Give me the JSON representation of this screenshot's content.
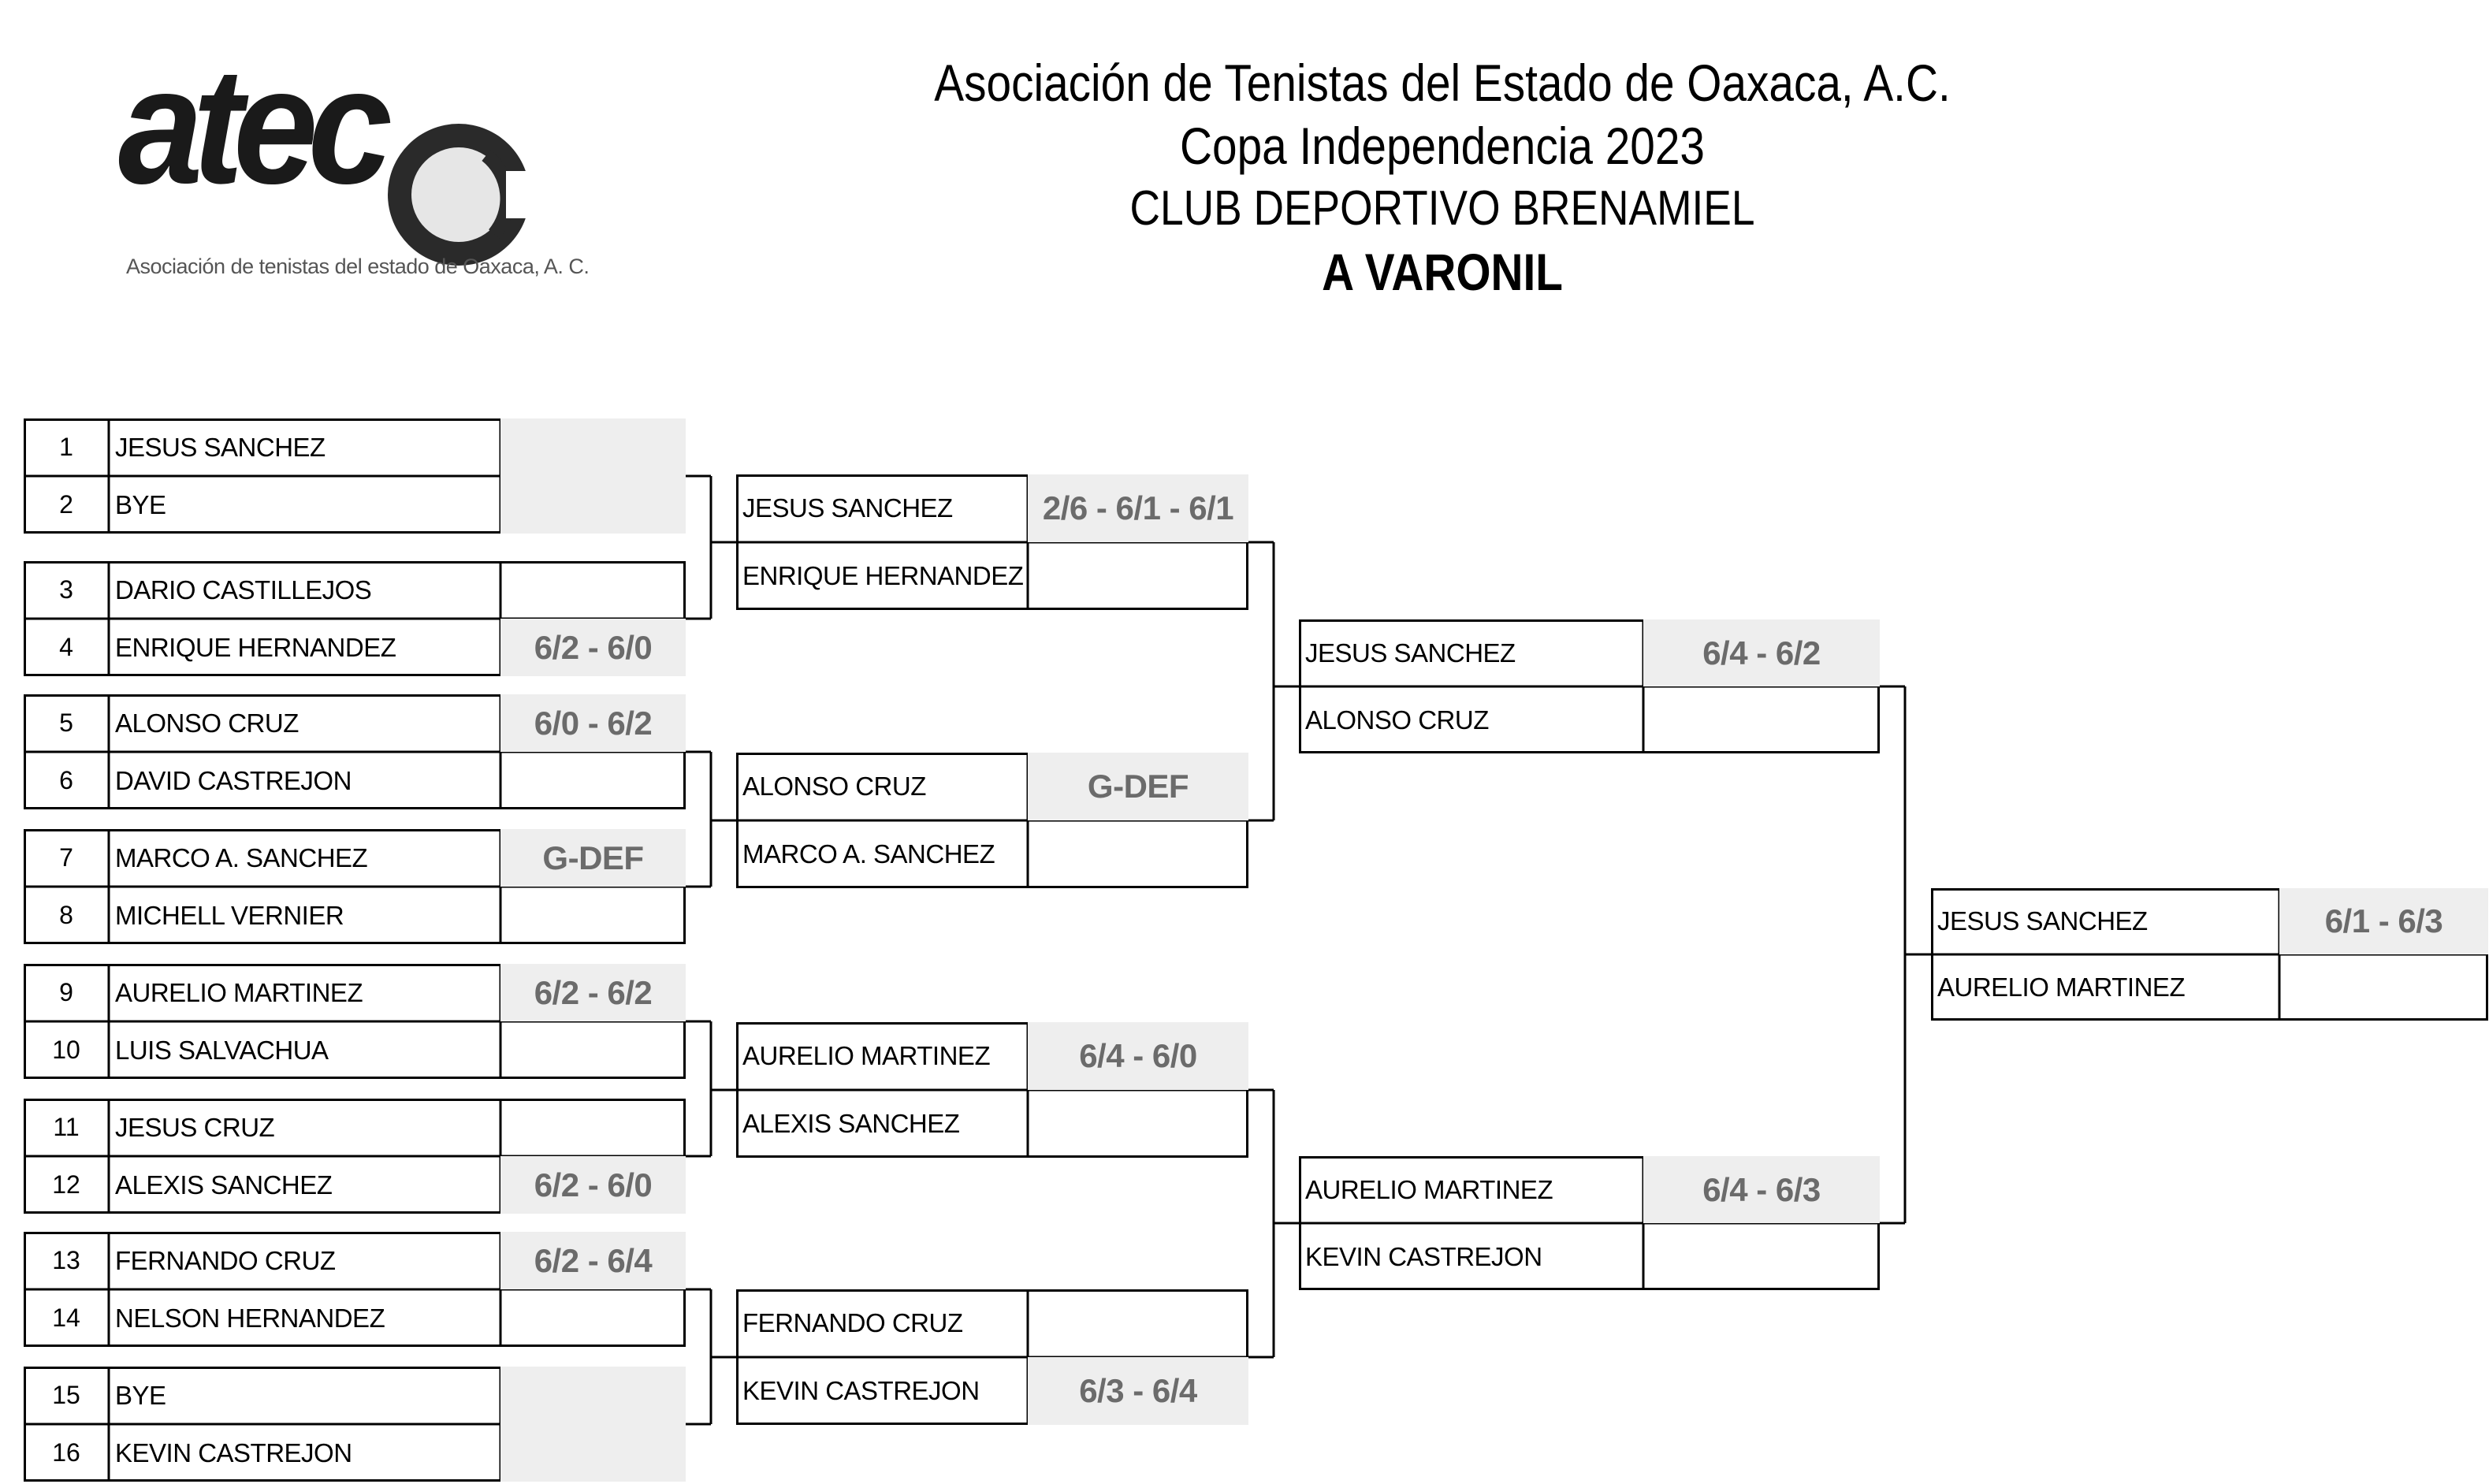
{
  "logo": {
    "wordmark": "atec",
    "subtitle": "Asociación de tenistas del estado de Oaxaca, A. C."
  },
  "header": {
    "association": "Asociación de Tenistas del Estado de Oaxaca, A.C.",
    "tournament": "Copa Independencia 2023",
    "venue": "CLUB DEPORTIVO BRENAMIEL",
    "category": "A  VARONIL"
  },
  "colors": {
    "score_text": "#6b6b6b",
    "score_shade": "#eeeeee",
    "lines": "#000000"
  },
  "rounds": [
    {
      "name": "round-of-16",
      "matches": [
        {
          "players": [
            {
              "seed": "1",
              "name": "JESUS SANCHEZ"
            },
            {
              "seed": "2",
              "name": "BYE"
            }
          ],
          "score": "",
          "score_row": 0
        },
        {
          "players": [
            {
              "seed": "3",
              "name": "DARIO CASTILLEJOS"
            },
            {
              "seed": "4",
              "name": "ENRIQUE HERNANDEZ"
            }
          ],
          "score": "6/2 - 6/0",
          "score_row": 1
        },
        {
          "players": [
            {
              "seed": "5",
              "name": "ALONSO CRUZ"
            },
            {
              "seed": "6",
              "name": "DAVID CASTREJON"
            }
          ],
          "score": "6/0 - 6/2",
          "score_row": 0
        },
        {
          "players": [
            {
              "seed": "7",
              "name": "MARCO A. SANCHEZ"
            },
            {
              "seed": "8",
              "name": "MICHELL VERNIER"
            }
          ],
          "score": "G-DEF",
          "score_row": 0
        },
        {
          "players": [
            {
              "seed": "9",
              "name": "AURELIO MARTINEZ"
            },
            {
              "seed": "10",
              "name": "LUIS SALVACHUA"
            }
          ],
          "score": "6/2 - 6/2",
          "score_row": 0
        },
        {
          "players": [
            {
              "seed": "11",
              "name": "JESUS CRUZ"
            },
            {
              "seed": "12",
              "name": "ALEXIS SANCHEZ"
            }
          ],
          "score": "6/2 - 6/0",
          "score_row": 1
        },
        {
          "players": [
            {
              "seed": "13",
              "name": "FERNANDO CRUZ"
            },
            {
              "seed": "14",
              "name": "NELSON HERNANDEZ"
            }
          ],
          "score": "6/2 - 6/4",
          "score_row": 0
        },
        {
          "players": [
            {
              "seed": "15",
              "name": "BYE"
            },
            {
              "seed": "16",
              "name": "KEVIN CASTREJON"
            }
          ],
          "score": "",
          "score_row": 1
        }
      ]
    },
    {
      "name": "quarterfinals",
      "matches": [
        {
          "players": [
            {
              "name": "JESUS SANCHEZ"
            },
            {
              "name": "ENRIQUE HERNANDEZ"
            }
          ],
          "score": "2/6 - 6/1 - 6/1",
          "score_row": 0
        },
        {
          "players": [
            {
              "name": "ALONSO CRUZ"
            },
            {
              "name": "MARCO A. SANCHEZ"
            }
          ],
          "score": "G-DEF",
          "score_row": 0
        },
        {
          "players": [
            {
              "name": "AURELIO MARTINEZ"
            },
            {
              "name": "ALEXIS SANCHEZ"
            }
          ],
          "score": "6/4 - 6/0",
          "score_row": 0
        },
        {
          "players": [
            {
              "name": "FERNANDO CRUZ"
            },
            {
              "name": "KEVIN CASTREJON"
            }
          ],
          "score": "6/3 - 6/4",
          "score_row": 1
        }
      ]
    },
    {
      "name": "semifinals",
      "matches": [
        {
          "players": [
            {
              "name": "JESUS SANCHEZ"
            },
            {
              "name": "ALONSO CRUZ"
            }
          ],
          "score": "6/4 - 6/2",
          "score_row": 0
        },
        {
          "players": [
            {
              "name": "AURELIO MARTINEZ"
            },
            {
              "name": "KEVIN CASTREJON"
            }
          ],
          "score": "6/4 - 6/3",
          "score_row": 0
        }
      ]
    },
    {
      "name": "final",
      "matches": [
        {
          "players": [
            {
              "name": "JESUS SANCHEZ"
            },
            {
              "name": "AURELIO MARTINEZ"
            }
          ],
          "score": "6/1 - 6/3",
          "score_row": 0
        }
      ]
    }
  ]
}
